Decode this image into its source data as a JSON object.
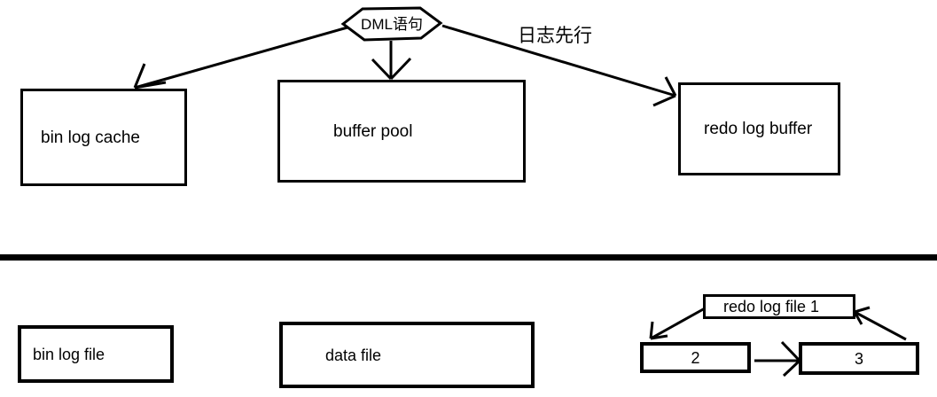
{
  "diagram": {
    "background": "#ffffff",
    "ink_color": "#000000",
    "top_section": {
      "dml_node_label": "DML语句",
      "wal_annotation": "日志先行",
      "boxes": {
        "bin_log_cache": "bin log cache",
        "buffer_pool": "buffer pool",
        "redo_log_buffer": "redo log buffer"
      }
    },
    "bottom_section": {
      "boxes": {
        "bin_log_file": "bin log file",
        "data_file": "data file",
        "redo_log_file_1": "redo log file 1",
        "redo_log_file_2": "2",
        "redo_log_file_3": "3"
      }
    },
    "edges": [
      {
        "from": "DML语句",
        "to": "bin log cache"
      },
      {
        "from": "DML语句",
        "to": "buffer pool"
      },
      {
        "from": "DML语句",
        "to": "redo log buffer",
        "label": "日志先行"
      },
      {
        "from": "redo log file 1",
        "to": "2"
      },
      {
        "from": "2",
        "to": "3"
      },
      {
        "from": "3",
        "to": "redo log file 1"
      }
    ]
  }
}
